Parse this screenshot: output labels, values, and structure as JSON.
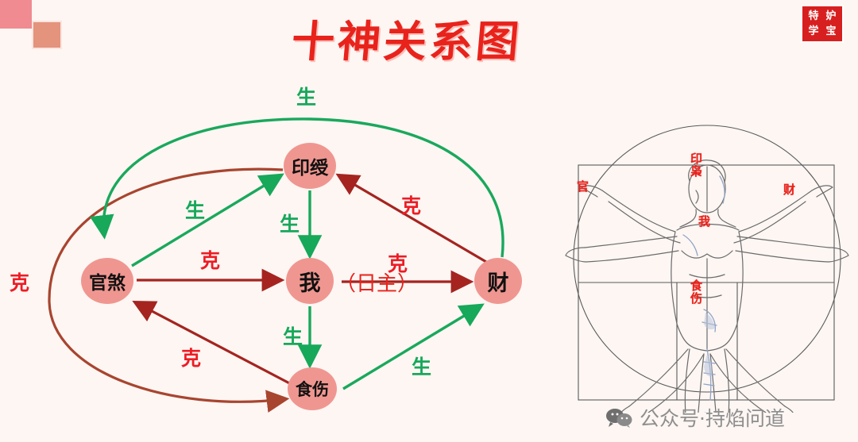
{
  "title": "十神关系图",
  "seal": {
    "chars": [
      "特",
      "妒",
      "学",
      "宝"
    ]
  },
  "diagram": {
    "nodes": [
      {
        "id": "yinshou",
        "label": "印绶"
      },
      {
        "id": "guansha",
        "label": "官煞"
      },
      {
        "id": "wo",
        "label": "我"
      },
      {
        "id": "cai",
        "label": "财"
      },
      {
        "id": "shishang",
        "label": "食伤"
      }
    ],
    "wo_alias": "（日主）",
    "edges": [
      {
        "id": "cai-to-guansha",
        "from": "财",
        "to": "官煞",
        "label": "生",
        "type": "sheng",
        "style": "arc-top"
      },
      {
        "id": "guansha-to-yinshou",
        "from": "官煞",
        "to": "印绶",
        "label": "生",
        "type": "sheng",
        "style": "diagonal"
      },
      {
        "id": "yinshou-to-wo",
        "from": "印绶",
        "to": "我",
        "label": "生",
        "type": "sheng",
        "style": "vertical"
      },
      {
        "id": "wo-to-shishang",
        "from": "我",
        "to": "食伤",
        "label": "生",
        "type": "sheng",
        "style": "vertical"
      },
      {
        "id": "shishang-to-cai",
        "from": "食伤",
        "to": "财",
        "label": "生",
        "type": "sheng",
        "style": "diagonal"
      },
      {
        "id": "guansha-to-wo",
        "from": "官煞",
        "to": "我",
        "label": "克",
        "type": "ke",
        "style": "horizontal"
      },
      {
        "id": "wo-to-cai",
        "from": "我",
        "to": "财",
        "label": "克",
        "type": "ke",
        "style": "horizontal"
      },
      {
        "id": "cai-to-yinshou",
        "from": "财",
        "to": "印绶",
        "label": "克",
        "type": "ke",
        "style": "diagonal"
      },
      {
        "id": "shishang-to-guansha",
        "from": "食伤",
        "to": "官煞",
        "label": "克",
        "type": "ke",
        "style": "diagonal"
      },
      {
        "id": "yinshou-to-shishang",
        "from": "印绶",
        "to": "食伤",
        "label": "克",
        "type": "ke",
        "style": "arc-left"
      }
    ],
    "labels": {
      "sheng_top": "生",
      "sheng_guansha_yinshou": "生",
      "sheng_yinshou_wo": "生",
      "sheng_wo_shishang": "生",
      "sheng_shishang_cai": "生",
      "ke_left": "克",
      "ke_guansha_wo": "克",
      "ke_wo_cai": "克",
      "ke_cai_yinshou": "克",
      "ke_shishang_guansha": "克"
    }
  },
  "illustration": {
    "name": "vitruvian-man",
    "labels": [
      {
        "id": "yinxiao",
        "text": "印枭"
      },
      {
        "id": "guan",
        "text": "官"
      },
      {
        "id": "cai",
        "text": "财"
      },
      {
        "id": "wo",
        "text": "我"
      },
      {
        "id": "shishang",
        "text": "食伤"
      }
    ]
  },
  "watermark": {
    "text": "公众号·持焰问道"
  },
  "colors": {
    "background": "#fdf6f3",
    "node_fill": "#f09690",
    "sheng_green": "#17a85a",
    "ke_red": "#ed1c24",
    "ke_arrow_dark": "#a52420",
    "arc_brown": "#a8452f",
    "title_red": "#e8231c"
  }
}
